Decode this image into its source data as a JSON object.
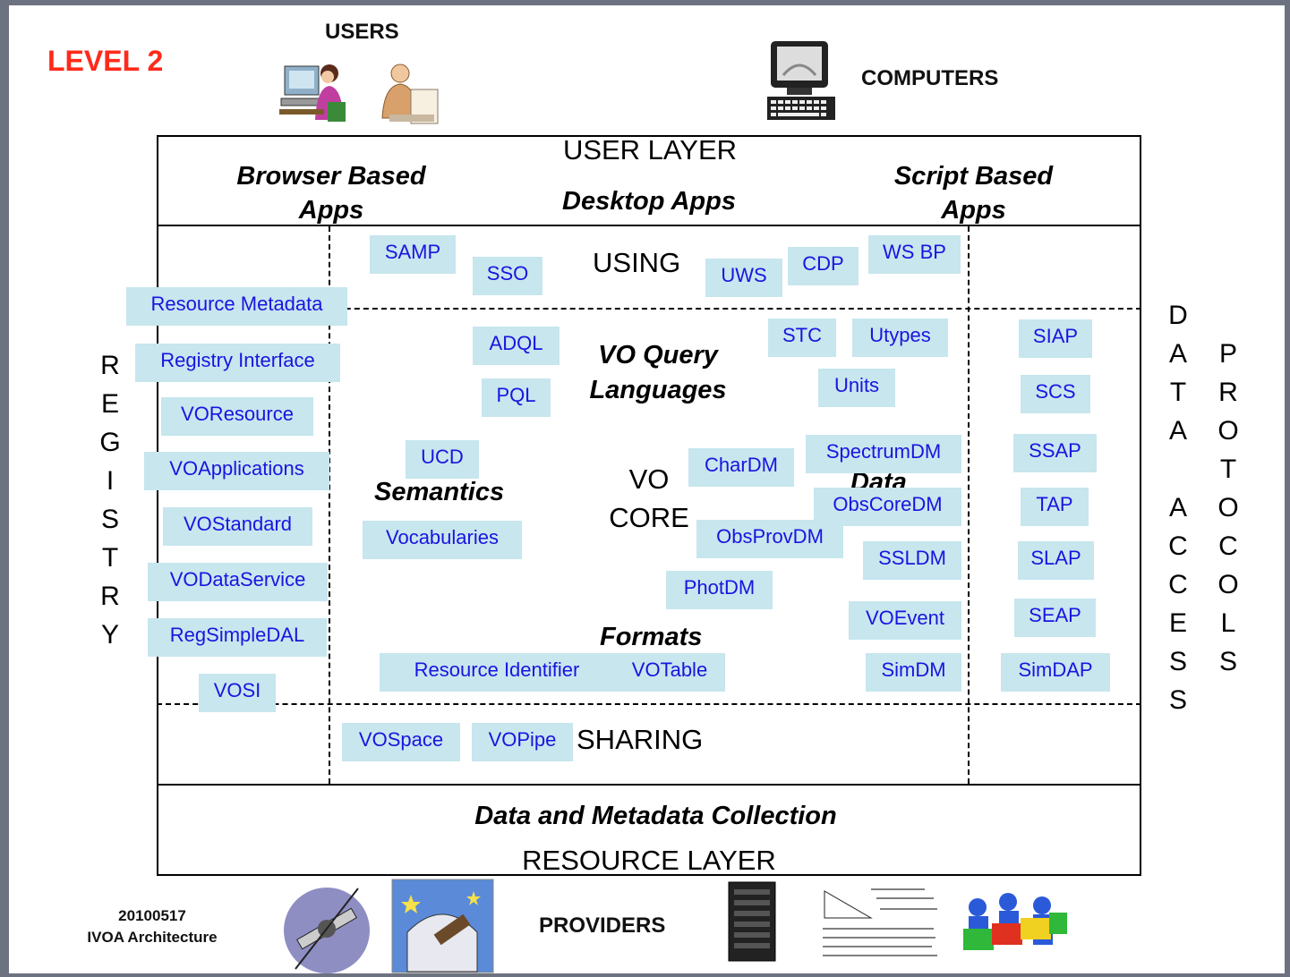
{
  "level": "LEVEL 2",
  "users_label": "USERS",
  "computers_label": "COMPUTERS",
  "providers_label": "PROVIDERS",
  "user_layer": {
    "title": "USER LAYER",
    "browser_apps": "Browser Based Apps",
    "desktop_apps": "Desktop Apps",
    "script_apps": "Script Based Apps"
  },
  "regions": {
    "using": "USING",
    "sharing": "SHARING",
    "query_languages": "VO Query Languages",
    "vo_core": "VO CORE",
    "semantics": "Semantics",
    "data": "Data",
    "formats": "Formats"
  },
  "resource_layer": {
    "collection": "Data and Metadata Collection",
    "title": "RESOURCE LAYER"
  },
  "registry_word": "REGISTRY",
  "data_word": "DATA",
  "access_word": "ACCESS",
  "protocols_word": "PROTOCOLS",
  "footer": {
    "date": "20100517",
    "caption": "IVOA Architecture"
  },
  "standards": {
    "samp": "SAMP",
    "sso": "SSO",
    "uws": "UWS",
    "cdp": "CDP",
    "wsbp": "WS BP",
    "resource_metadata": "Resource Metadata",
    "registry_interface": "Registry Interface",
    "voresource": "VOResource",
    "voapplications": "VOApplications",
    "vostandard": "VOStandard",
    "vodataservice": "VODataService",
    "regsimpledal": "RegSimpleDAL",
    "vosi": "VOSI",
    "adql": "ADQL",
    "pql": "PQL",
    "stc": "STC",
    "utypes": "Utypes",
    "units": "Units",
    "ucd": "UCD",
    "vocabularies": "Vocabularies",
    "chardm": "CharDM",
    "spectrumdm": "SpectrumDM",
    "obscoredm": "ObsCoreDM",
    "obsprovdm": "ObsProvDM",
    "ssldm": "SSLDM",
    "photdm": "PhotDM",
    "voevent": "VOEvent",
    "simdm": "SimDM",
    "resource_identifier": "Resource Identifier",
    "votable": "VOTable",
    "vospace": "VOSpace",
    "vopipe": "VOPipe",
    "siap": "SIAP",
    "scs": "SCS",
    "ssap": "SSAP",
    "tap": "TAP",
    "slap": "SLAP",
    "seap": "SEAP",
    "simdap": "SimDAP"
  }
}
